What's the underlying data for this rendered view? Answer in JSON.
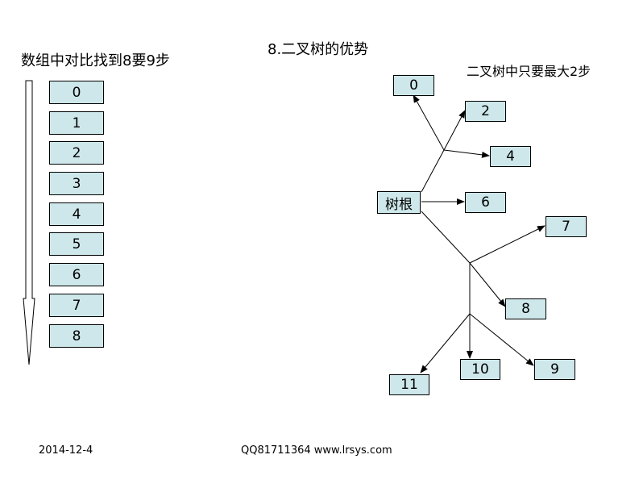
{
  "title": "8.二叉树的优势",
  "left_caption": "数组中对比找到8要9步",
  "right_caption": "二叉树中只要最大2步",
  "array_cells": [
    "0",
    "1",
    "2",
    "3",
    "4",
    "5",
    "6",
    "7",
    "8"
  ],
  "tree": {
    "root": "树根",
    "nodes": [
      "0",
      "2",
      "4",
      "6",
      "7",
      "8",
      "9",
      "10",
      "11"
    ]
  },
  "footer": {
    "date": "2014-12-4",
    "site": "QQ81711364 www.lrsys.com"
  },
  "colors": {
    "box_fill": "#cde7ea",
    "line": "#000000",
    "background": "#ffffff"
  }
}
